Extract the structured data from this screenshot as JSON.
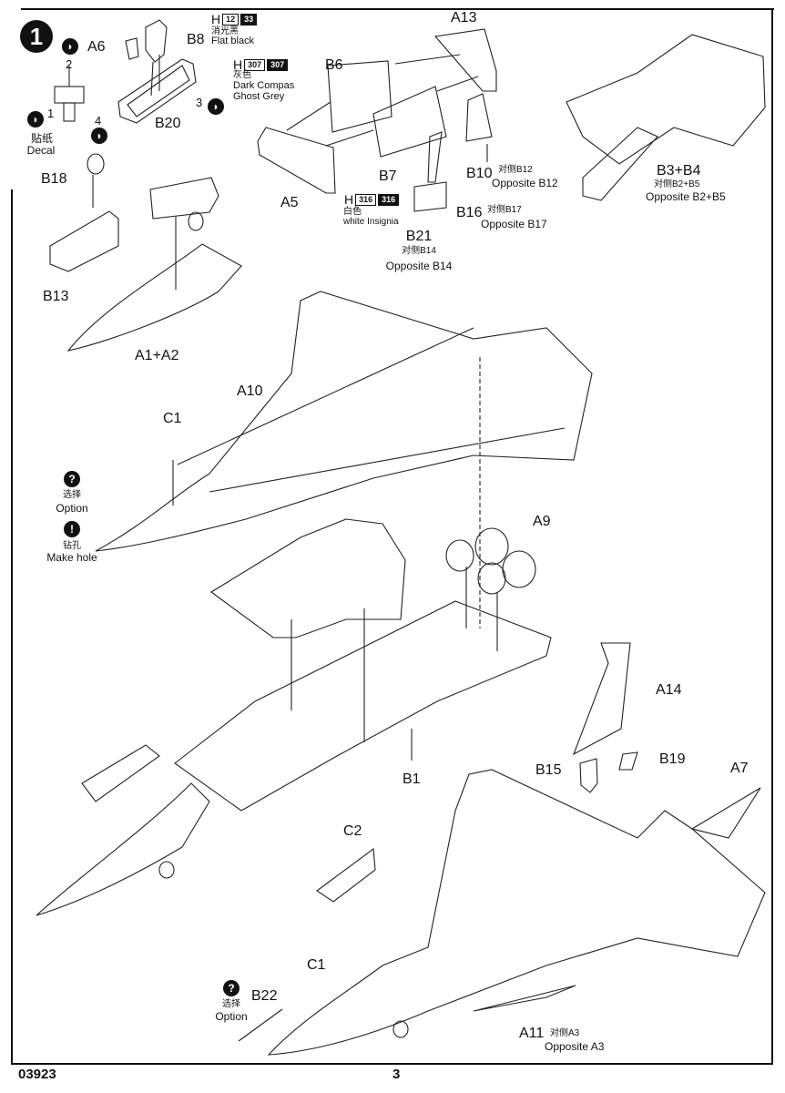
{
  "document": {
    "product_code": "03923",
    "page_number": "3",
    "step_number": "1"
  },
  "paints": [
    {
      "id": "flat-black",
      "maker": "H",
      "codes": [
        "12",
        "33"
      ],
      "label_cn": "消光黑",
      "label_en": "Flat black"
    },
    {
      "id": "dark-compass-ghost-grey",
      "maker": "H",
      "codes": [
        "307",
        "307"
      ],
      "label_cn": "灰色",
      "label_en_line1": "Dark Compas",
      "label_en_line2": "Ghost Grey"
    },
    {
      "id": "white-insignia",
      "maker": "H",
      "codes": [
        "316",
        "316"
      ],
      "label_cn": "白色",
      "label_en": "white Insignia"
    }
  ],
  "decal": {
    "label_cn": "贴纸",
    "label_en": "Decal",
    "numbers": [
      "1",
      "2",
      "3",
      "4"
    ]
  },
  "symbols": {
    "option": {
      "glyph": "?",
      "label_cn": "选择",
      "label_en": "Option"
    },
    "make_hole": {
      "glyph": "!",
      "label_cn": "钻孔",
      "label_en": "Make hole"
    }
  },
  "parts": {
    "A6": "A6",
    "B8": "B8",
    "B20": "B20",
    "B6": "B6",
    "A13": "A13",
    "A5": "A5",
    "B7": "B7",
    "B10": "B10",
    "B10_opp_cn": "对侧B12",
    "B10_opp_en": "Opposite B12",
    "B16": "B16",
    "B16_opp_cn": "对侧B17",
    "B16_opp_en": "Opposite B17",
    "B21": "B21",
    "B21_opp_cn": "对侧B14",
    "B21_opp_en": "Opposite B14",
    "B3B4": "B3+B4",
    "B3B4_opp_cn": "对侧B2+B5",
    "B3B4_opp_en": "Opposite B2+B5",
    "B18": "B18",
    "B13": "B13",
    "A1A2": "A1+A2",
    "A10": "A10",
    "C1_top": "C1",
    "A9": "A9",
    "B1": "B1",
    "A14": "A14",
    "B15": "B15",
    "B19": "B19",
    "A7": "A7",
    "C2": "C2",
    "C1_bottom": "C1",
    "B22": "B22",
    "A11": "A11",
    "A11_opp_cn": "对侧A3",
    "A11_opp_en": "Opposite A3"
  }
}
